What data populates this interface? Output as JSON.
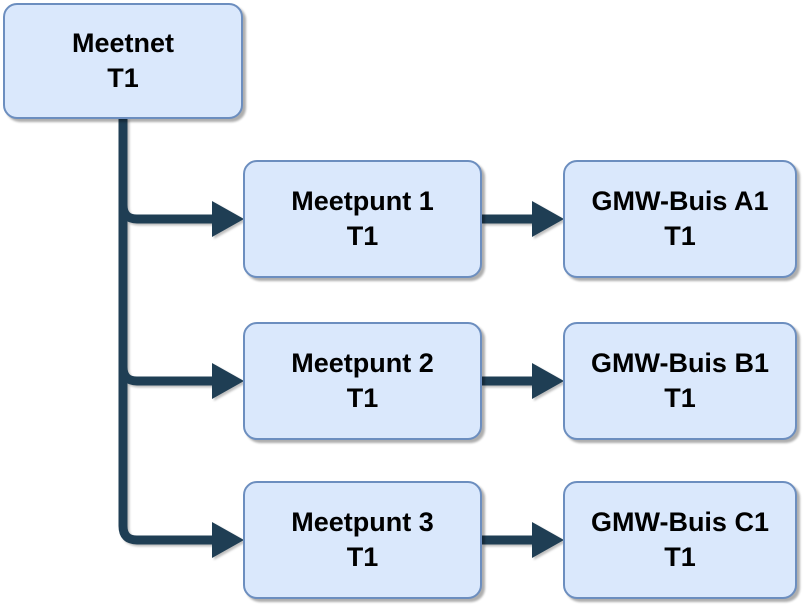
{
  "diagram": {
    "type": "flowchart",
    "nodes": {
      "meetnet": {
        "label": "Meetnet",
        "sublabel": "T1"
      },
      "meetpunt1": {
        "label": "Meetpunt 1",
        "sublabel": "T1"
      },
      "meetpunt2": {
        "label": "Meetpunt 2",
        "sublabel": "T1"
      },
      "meetpunt3": {
        "label": "Meetpunt 3",
        "sublabel": "T1"
      },
      "gmw_a1": {
        "label": "GMW-Buis A1",
        "sublabel": "T1"
      },
      "gmw_b1": {
        "label": "GMW-Buis B1",
        "sublabel": "T1"
      },
      "gmw_c1": {
        "label": "GMW-Buis C1",
        "sublabel": "T1"
      }
    },
    "edges": [
      {
        "from": "meetnet",
        "to": "meetpunt1"
      },
      {
        "from": "meetnet",
        "to": "meetpunt2"
      },
      {
        "from": "meetnet",
        "to": "meetpunt3"
      },
      {
        "from": "meetpunt1",
        "to": "gmw_a1"
      },
      {
        "from": "meetpunt2",
        "to": "gmw_b1"
      },
      {
        "from": "meetpunt3",
        "to": "gmw_c1"
      }
    ],
    "colors": {
      "node_fill": "#dae8fc",
      "node_border": "#6c8ebf",
      "arrow": "#1f3e54",
      "text": "#000000"
    }
  }
}
